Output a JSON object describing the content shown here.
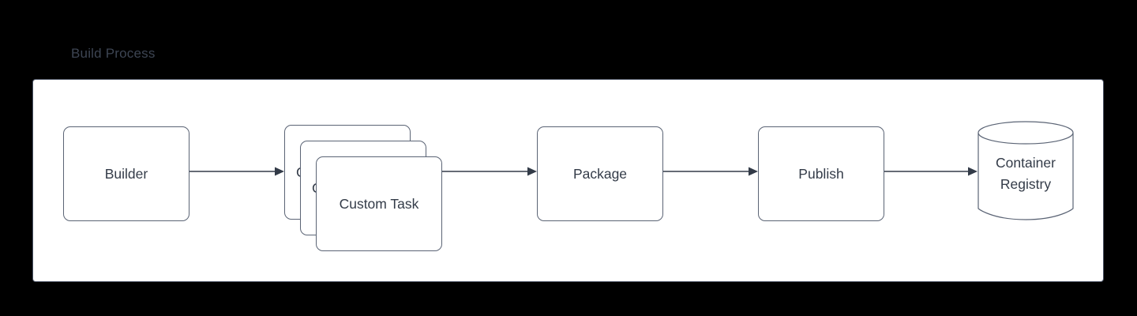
{
  "title": "Build Process",
  "theme": {
    "background": "#000000",
    "panel_fill": "#ffffff",
    "panel_stroke": "#4a5263",
    "node_stroke": "#5b6475",
    "text_color": "#333b48",
    "title_color": "#3d4553",
    "arrow_color": "#333b48"
  },
  "nodes": [
    {
      "id": "builder",
      "label": "Builder",
      "shape": "rounded-rect"
    },
    {
      "id": "custom-task",
      "label": "Custom Task",
      "shape": "stacked-rounded-rect"
    },
    {
      "id": "package",
      "label": "Package",
      "shape": "rounded-rect"
    },
    {
      "id": "publish",
      "label": "Publish",
      "shape": "rounded-rect"
    },
    {
      "id": "container-registry",
      "label_line1": "Container",
      "label_line2": "Registry",
      "shape": "cylinder"
    }
  ],
  "edges": [
    {
      "from": "builder",
      "to": "custom-task"
    },
    {
      "from": "custom-task",
      "to": "package"
    },
    {
      "from": "package",
      "to": "publish"
    },
    {
      "from": "publish",
      "to": "container-registry"
    }
  ]
}
